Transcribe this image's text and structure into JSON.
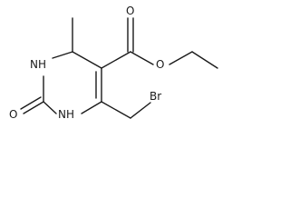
{
  "structure": {
    "atoms": {
      "nh_upper": "NH",
      "nh_lower": "NH",
      "o_carbonyl_ring": "O",
      "o_ester_carbonyl": "O",
      "o_ester_ether": "O",
      "br": "Br"
    }
  }
}
